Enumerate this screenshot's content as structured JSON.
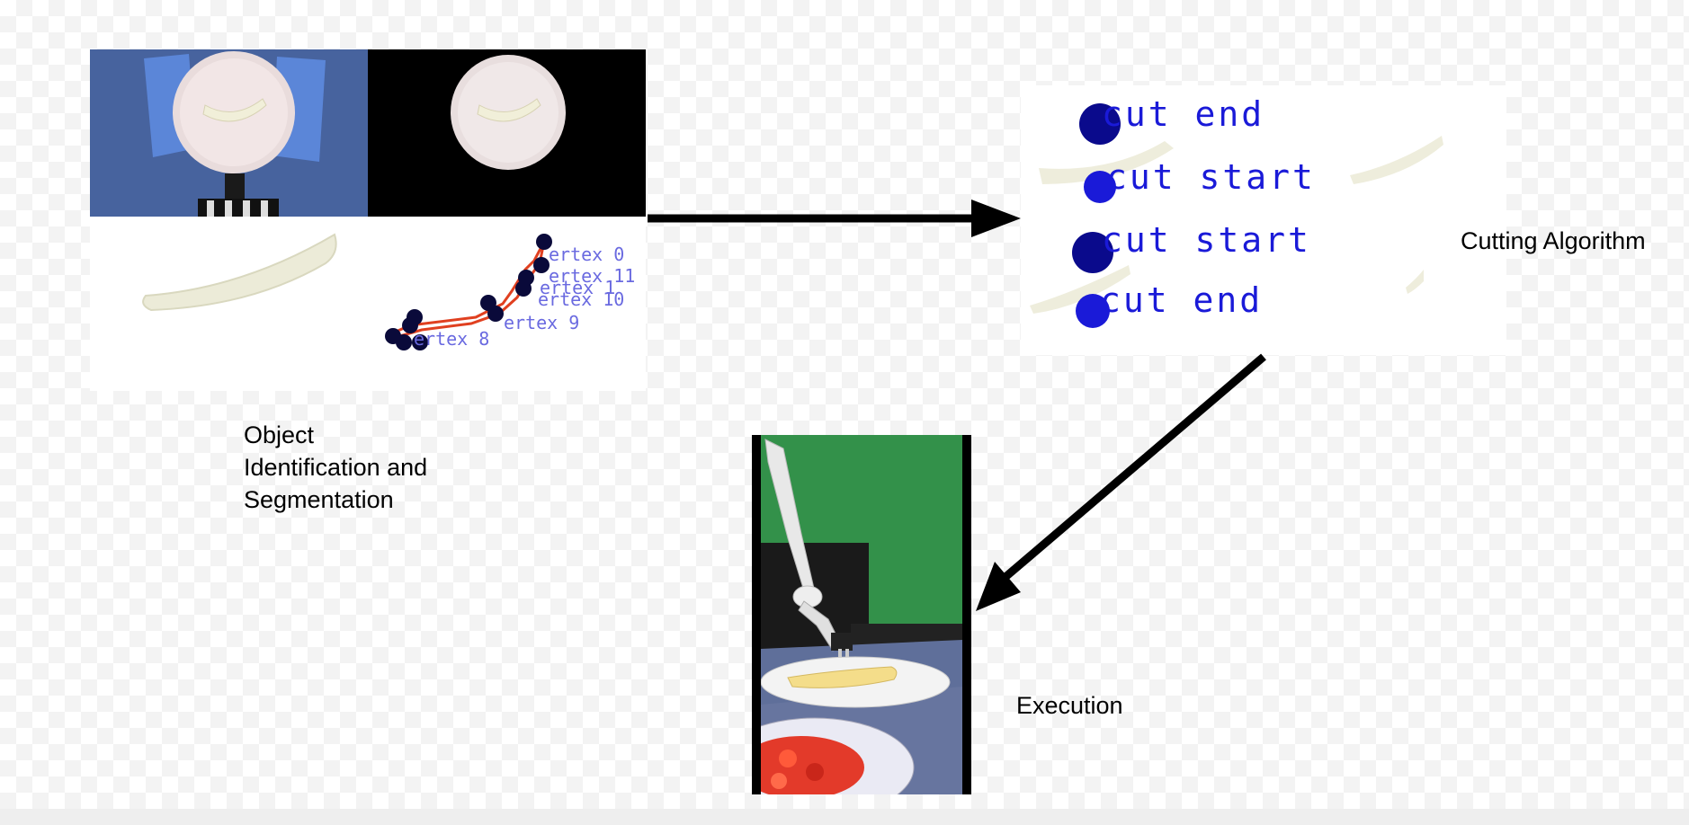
{
  "captions": {
    "segmentation": [
      "Object",
      "Identification and",
      "Segmentation"
    ],
    "cutting": "Cutting Algorithm",
    "execution": "Execution"
  },
  "vertex_labels": [
    "ertex 0",
    "ertex 11",
    "ertex 1",
    "ertex 10",
    "ertex 9",
    "ertex 8"
  ],
  "cut_labels": [
    "cut end",
    "cut start",
    "cut start",
    "cut end"
  ],
  "colors": {
    "marker_dark": "#0a0a8c",
    "marker_blue": "#1a1ad8",
    "arrow": "#000000",
    "contour": "#e04020"
  }
}
